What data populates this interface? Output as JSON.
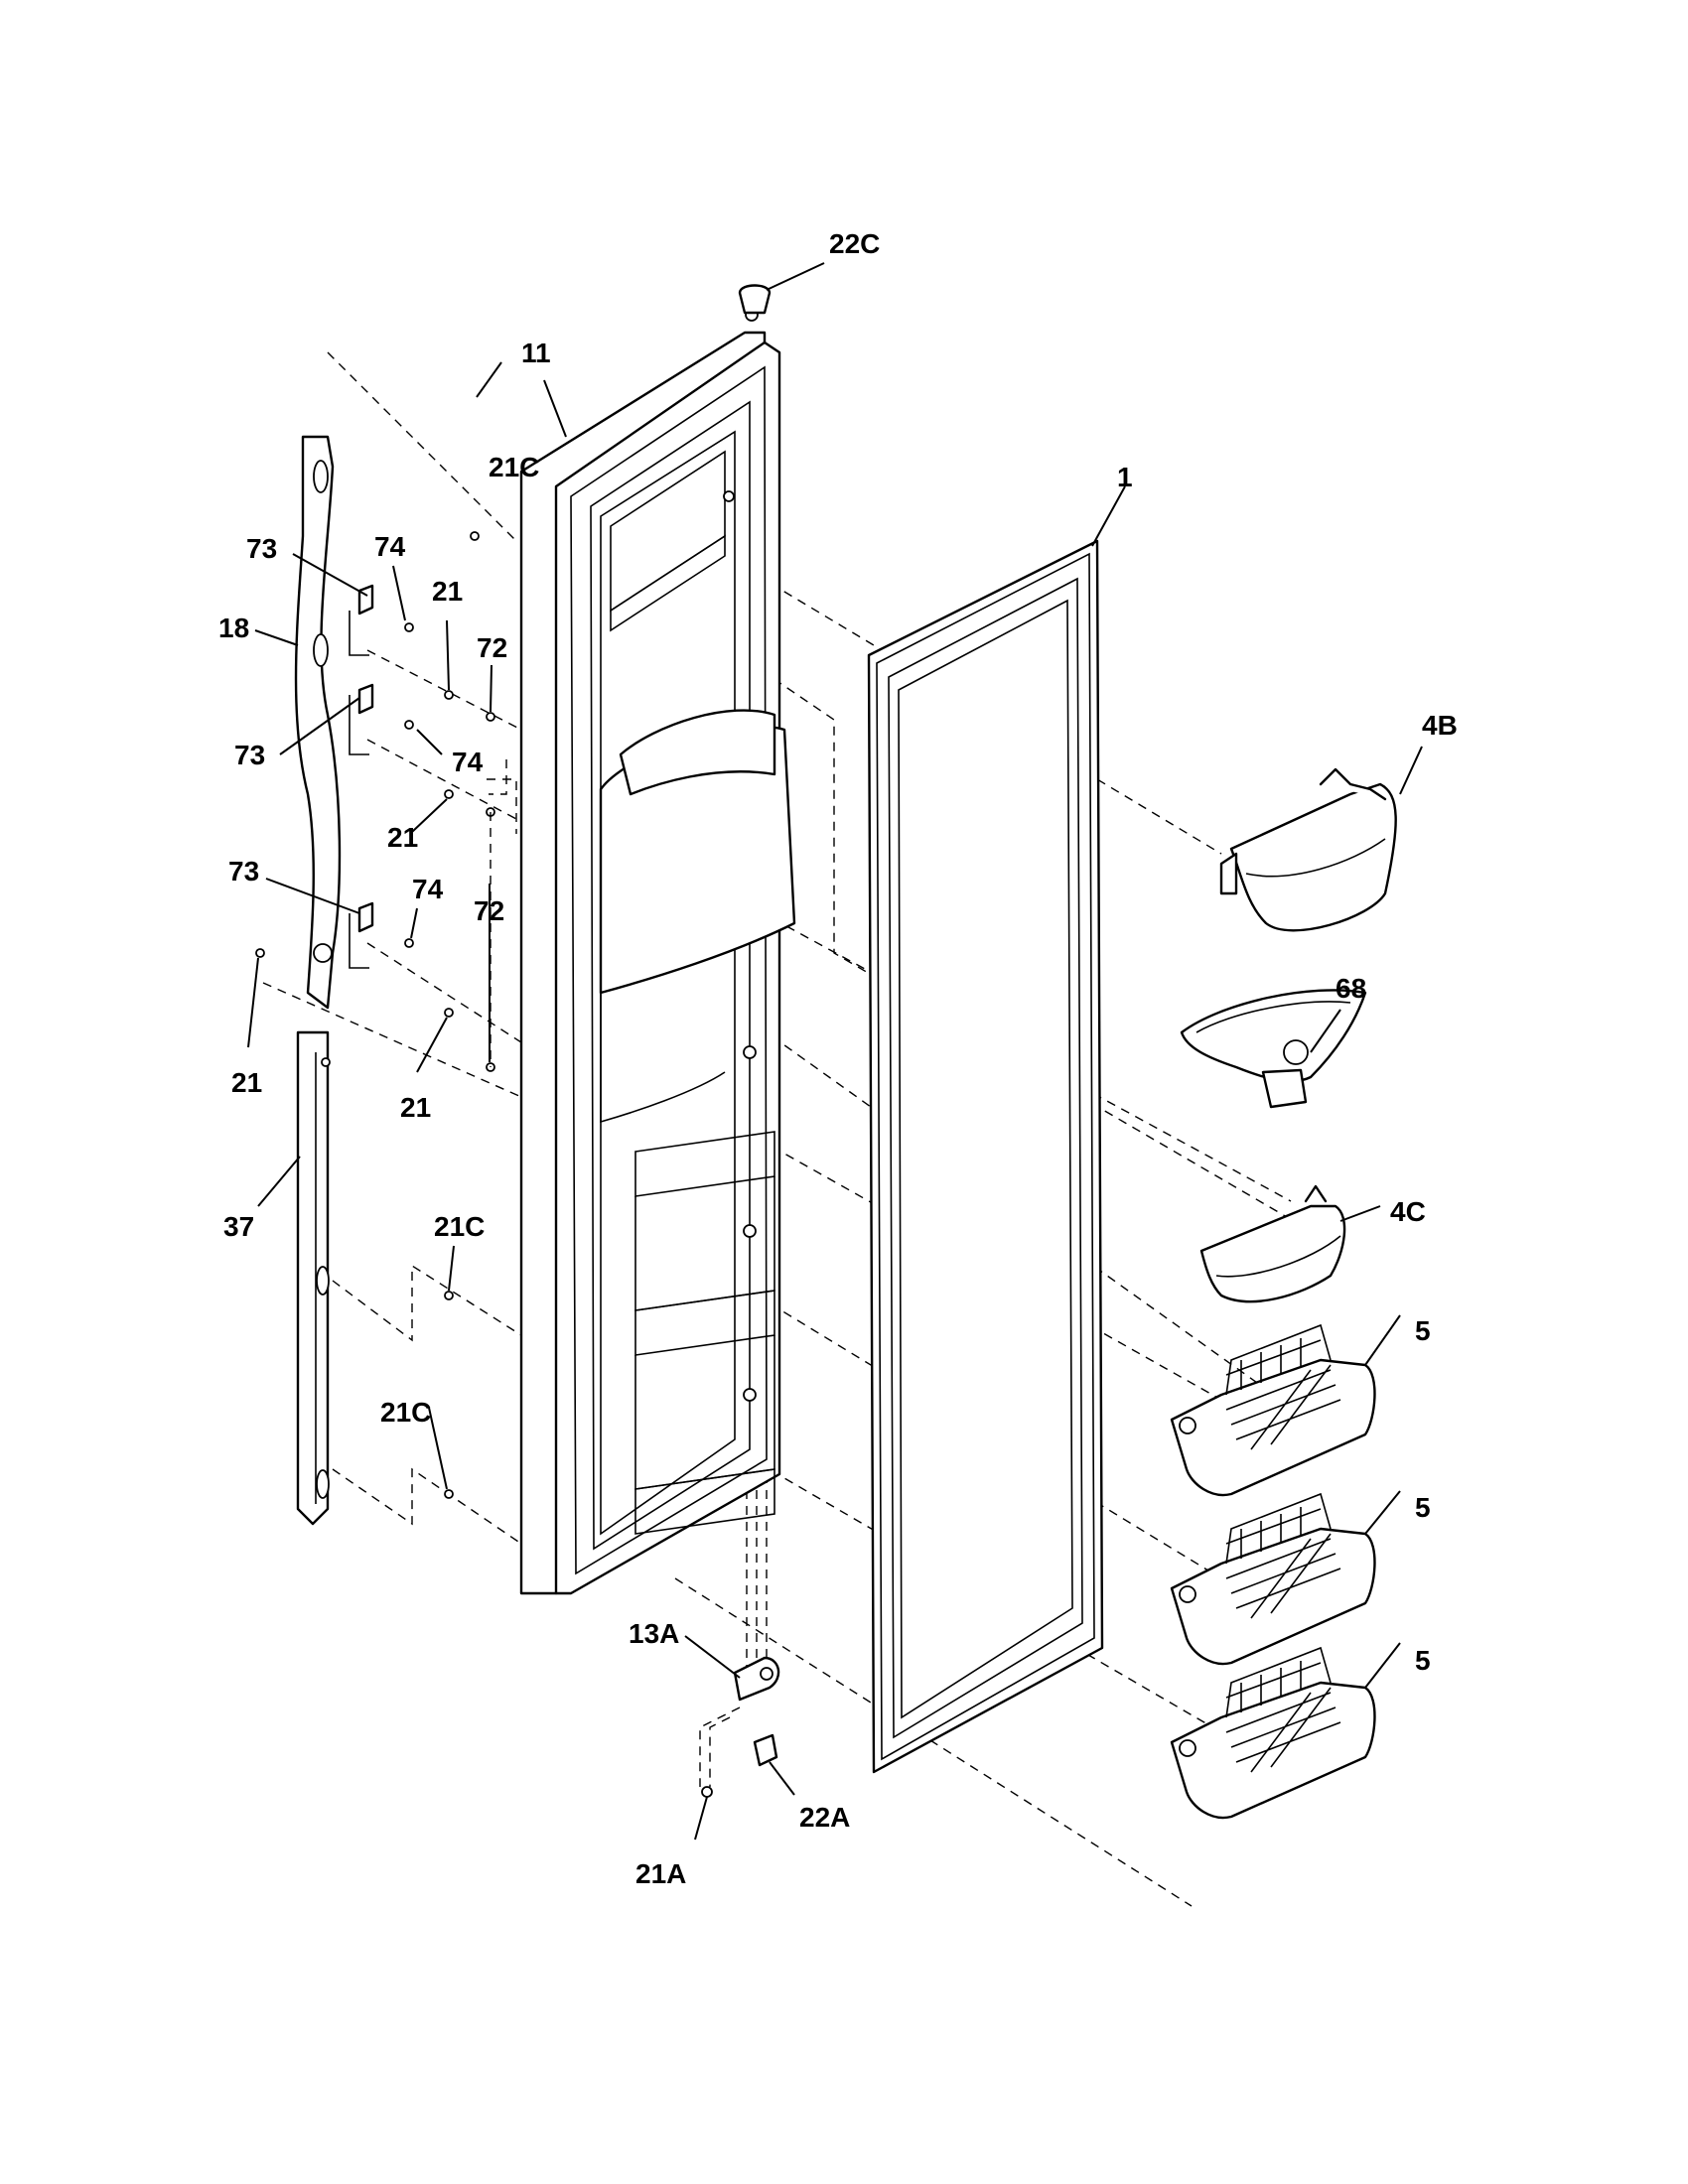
{
  "diagram": {
    "labels": {
      "l22c": "22C",
      "l11": "11",
      "l21c_top": "21C",
      "l1": "1",
      "l73_a": "73",
      "l74_a": "74",
      "l21_a": "21",
      "l72_a": "72",
      "l18": "18",
      "l73_b": "73",
      "l74_b": "74",
      "l21_b": "21",
      "l4b": "4B",
      "l73_c": "73",
      "l74_c": "74",
      "l72_b": "72",
      "l68": "68",
      "l21_c": "21",
      "l21_d": "21",
      "l37": "37",
      "l21c_mid": "21C",
      "l4c": "4C",
      "l5_a": "5",
      "l21c_low": "21C",
      "l5_b": "5",
      "l5_c": "5",
      "l13a": "13A",
      "l22a": "22A",
      "l21a": "21A"
    },
    "colors": {
      "line": "#000000",
      "background": "#ffffff"
    }
  }
}
